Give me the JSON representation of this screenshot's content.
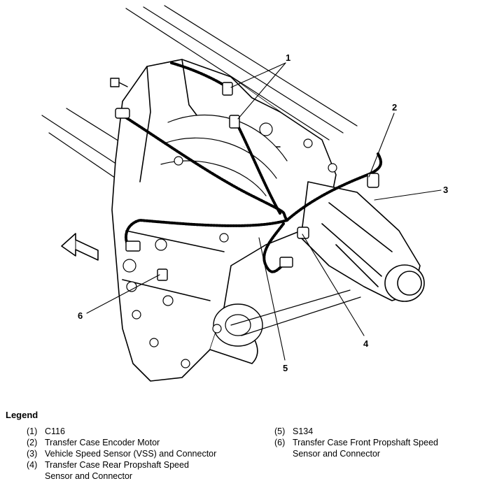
{
  "callouts": [
    "1",
    "2",
    "3",
    "4",
    "5",
    "6"
  ],
  "legend": {
    "title": "Legend",
    "items": [
      {
        "num": "(1)",
        "text": "C116"
      },
      {
        "num": "(2)",
        "text": "Transfer Case Encoder Motor"
      },
      {
        "num": "(3)",
        "text": "Vehicle Speed Sensor (VSS) and Connector"
      },
      {
        "num": "(4)",
        "text": "Transfer Case Rear Propshaft Speed Sensor and Connector"
      },
      {
        "num": "(5)",
        "text": "S134"
      },
      {
        "num": "(6)",
        "text": "Transfer Case Front Propshaft Speed Sensor and Connector"
      }
    ]
  }
}
